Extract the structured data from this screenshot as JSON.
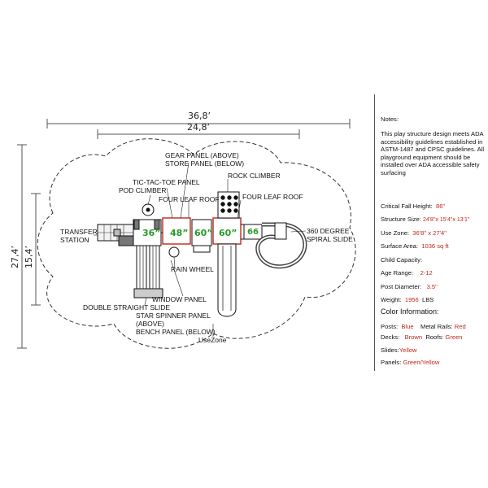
{
  "dimensions": {
    "outer_width": "36,8’",
    "inner_width": "24,8’",
    "outer_height": "27,4’",
    "inner_height": "15,4’"
  },
  "decks": [
    "36”",
    "48”",
    "60”",
    "60”",
    "66"
  ],
  "labels": {
    "gear_panel": "GEAR PANEL (ABOVE)",
    "store_panel": "STORE PANEL (BELOW)",
    "tic_tac_toe": "TIC-TAC-TOE PANEL",
    "pod_climber": "POD CLIMBER",
    "four_leaf_roof_1": "FOUR LEAF ROOF",
    "rock_climber": "ROCK CLIMBER",
    "four_leaf_roof_2": "FOUR LEAF ROOF",
    "transfer_1": "TRANSFER",
    "transfer_2": "STATION",
    "spiral_1": "360 DEGREE",
    "spiral_2": "SPIRAL SLIDE",
    "rain_wheel": "RAIN WHEEL",
    "window_panel": "WINDOW PANEL",
    "double_slide": "DOUBLE STRAIGHT SLIDE",
    "star_spinner_1": "STAR SPINNER PANEL",
    "star_spinner_2": "(ABOVE)",
    "bench_panel": "BENCH PANEL (BELOW)",
    "use_zone": "UseZone"
  },
  "sidebar": {
    "notes_title": "Notes:",
    "notes_text": "This play structure design meets ADA accessibility guidelines established in ASTM-1487 and CPSC guidelines. All playground equipment should be installed over ADA accessible safety surfacing",
    "specs": [
      {
        "label": "Critical Fall Height:",
        "value": "86\""
      },
      {
        "label": "Structure Size:",
        "value": "24'8\"x 15'4\"x 13'1\""
      },
      {
        "label": "Use Zone:",
        "value": "36'8\" x 27'4\""
      },
      {
        "label": "Surface Area:",
        "value": "1036 sq ft"
      },
      {
        "label": "Child Capacity:",
        "value": ""
      },
      {
        "label": "Age Range:",
        "value": "2-12"
      },
      {
        "label": "Post Diameter:",
        "value": "3.5\""
      },
      {
        "label": "Weight:",
        "value": "1956",
        "unit": "LBS"
      }
    ],
    "color_title": "Color Information:",
    "posts_label": "Posts:",
    "posts_value": "Blue",
    "rails_label": "Metal Rails:",
    "rails_value": "Red",
    "decks_label": "Decks:",
    "decks_value": "Brown",
    "roofs_label": "Roofs:",
    "roofs_value": "Green",
    "slides_label": "Slides:",
    "slides_value": "Yellow",
    "panels_label": "Panels:",
    "panels_value": "Green/Yellow"
  },
  "colors": {
    "accent_red": "#c0281e",
    "deck_green": "#2a9a2a"
  }
}
